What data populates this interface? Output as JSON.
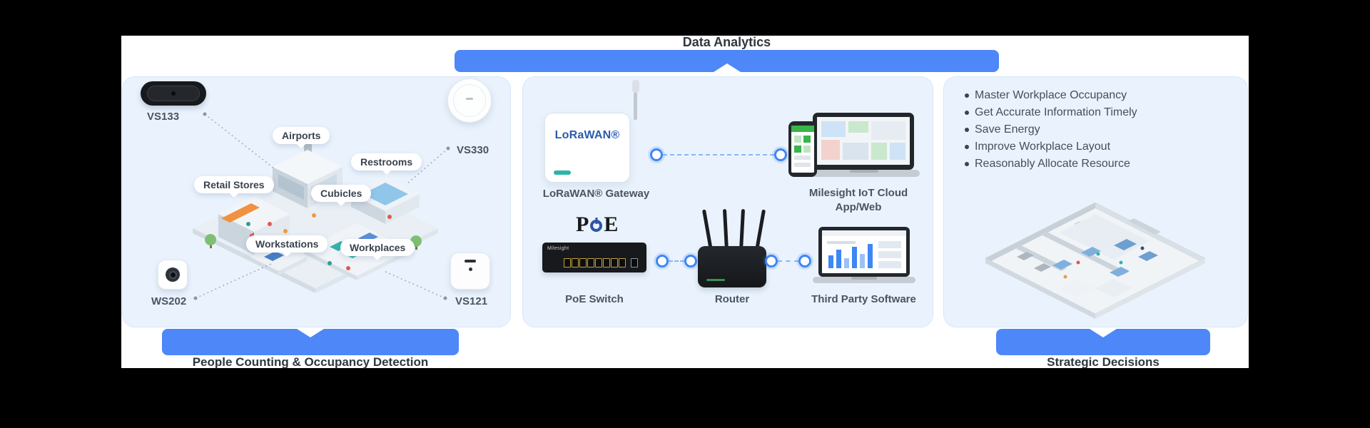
{
  "colors": {
    "background": "#000000",
    "stage": "#ffffff",
    "banner_blue": "#4d87f8",
    "panel_bg": "#eaf3fd",
    "panel_border": "#d7e7f9",
    "connector_blue": "#3f86f6",
    "lorawan_logo_blue": "#2a5cad",
    "milesight_teal": "#2fb3ab"
  },
  "banners": {
    "top": "Data Analytics",
    "bottom_left": "People Counting & Occupancy Detection",
    "bottom_right": "Strategic Decisions"
  },
  "left_panel": {
    "location_tags": [
      {
        "label": "Airports"
      },
      {
        "label": "Restrooms"
      },
      {
        "label": "Retail Stores"
      },
      {
        "label": "Cubicles"
      },
      {
        "label": "Workstations"
      },
      {
        "label": "Workplaces"
      }
    ],
    "devices": [
      {
        "model": "VS133"
      },
      {
        "model": "VS330"
      },
      {
        "model": "WS202"
      },
      {
        "model": "VS121"
      }
    ]
  },
  "middle_panel": {
    "gateway_logo": "LoRaWAN®",
    "gateway_label": "LoRaWAN® Gateway",
    "cloud_label_line1": "Milesight IoT Cloud",
    "cloud_label_line2": "App/Web",
    "poe_logo_p": "P",
    "poe_logo_e": "E",
    "switch_brand": "Milesight",
    "switch_label": "PoE Switch",
    "router_label": "Router",
    "software_label": "Third Party Software"
  },
  "right_panel": {
    "benefits": [
      "Master Workplace Occupancy",
      "Get Accurate Information Timely",
      "Save Energy",
      "Improve Workplace Layout",
      "Reasonably Allocate Resource"
    ]
  }
}
